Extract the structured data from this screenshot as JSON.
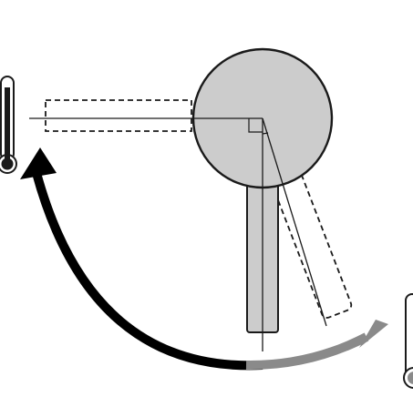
{
  "diagram": {
    "kind": "handle-mixer-valve-rotation",
    "icons": [
      "thermometer-icon-cold",
      "thermometer-icon-hot"
    ],
    "colors": {
      "background": "#ffffff",
      "outline": "#1a1a1a",
      "fill": "#cccccc",
      "cold_arrow": "#000000",
      "hot_arrow": "#8a8a8a"
    }
  }
}
